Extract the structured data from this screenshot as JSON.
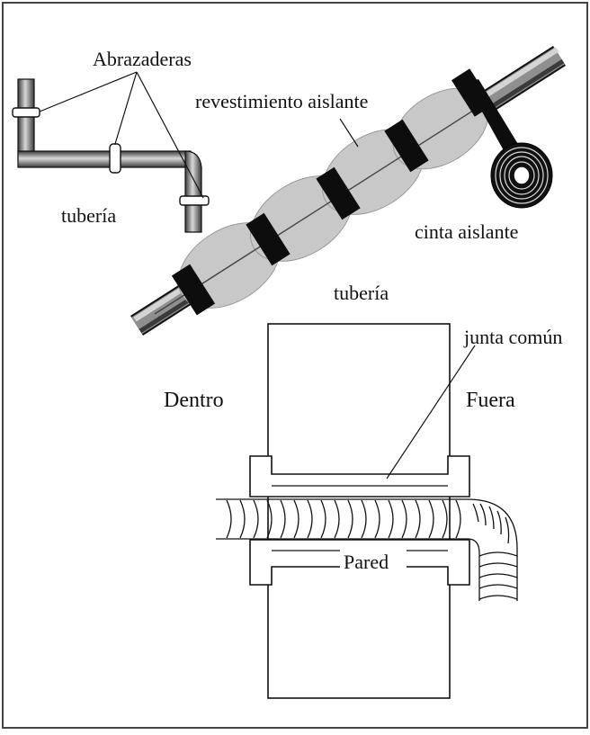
{
  "labels": {
    "clamps": "Abrazaderas",
    "pipe_left": "tubería",
    "insulation": "revestimiento aislante",
    "tape": "cinta aislante",
    "pipe_center": "tubería",
    "joint": "junta común",
    "inside": "Dentro",
    "outside": "Fuera",
    "wall": "Pared"
  },
  "colors": {
    "frame": "#444444",
    "pipe_dark": "#2a2a2a",
    "pipe_light": "#9a9a9a",
    "insulation": "#c8c8c8",
    "tape": "#0d0d0d",
    "line": "#111111"
  }
}
